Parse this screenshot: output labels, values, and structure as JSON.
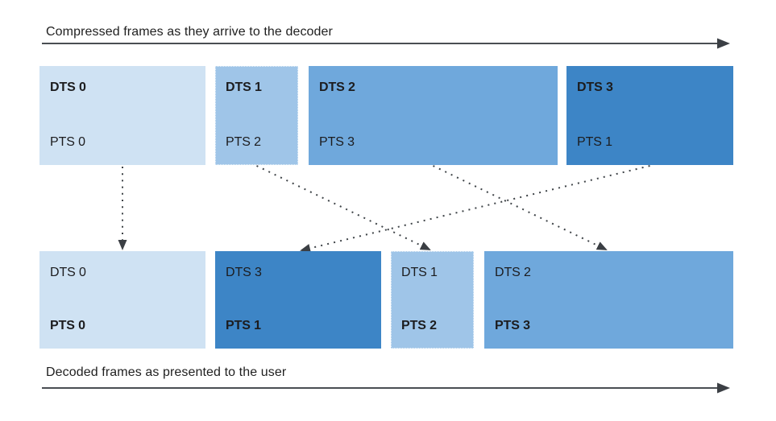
{
  "top_section": {
    "label": "Compressed frames as they arrive to the decoder"
  },
  "bottom_section": {
    "label": "Decoded frames as presented to the user"
  },
  "top_frames": [
    {
      "dts": "DTS 0",
      "pts": "PTS 0",
      "color": "#cfe2f3"
    },
    {
      "dts": "DTS 1",
      "pts": "PTS 2",
      "color": "#9fc5e8"
    },
    {
      "dts": "DTS 2",
      "pts": "PTS 3",
      "color": "#6fa8dc"
    },
    {
      "dts": "DTS 3",
      "pts": "PTS 1",
      "color": "#3d85c6"
    }
  ],
  "bottom_frames": [
    {
      "dts": "DTS 0",
      "pts": "PTS 0",
      "color": "#cfe2f3"
    },
    {
      "dts": "DTS 3",
      "pts": "PTS 1",
      "color": "#3d85c6"
    },
    {
      "dts": "DTS 1",
      "pts": "PTS 2",
      "color": "#9fc5e8"
    },
    {
      "dts": "DTS 2",
      "pts": "PTS 3",
      "color": "#6fa8dc"
    }
  ],
  "reorder_arrows": [
    {
      "from": "DTS 0",
      "to": "PTS 0"
    },
    {
      "from": "DTS 1",
      "to": "PTS 2"
    },
    {
      "from": "DTS 2",
      "to": "PTS 3"
    },
    {
      "from": "DTS 3",
      "to": "PTS 1"
    }
  ],
  "colors": {
    "frame_lightest": "#cfe2f3",
    "frame_light": "#9fc5e8",
    "frame_medium": "#6fa8dc",
    "frame_dark": "#3d85c6",
    "arrow": "#3e4347",
    "text": "#212121"
  }
}
